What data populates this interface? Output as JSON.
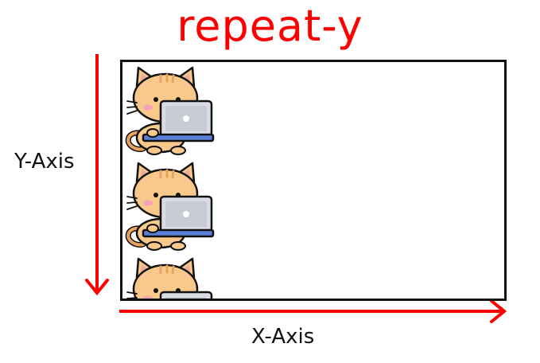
{
  "title": "repeat-y",
  "axes": {
    "y_label": "Y-Axis",
    "x_label": "X-Axis"
  },
  "tiles": {
    "count": 3,
    "icon": "cat-with-laptop-icon"
  },
  "colors": {
    "accent": "#ff0000",
    "border": "#111111",
    "cat": "#f8c98a",
    "cat_outline": "#111111",
    "laptop_screen": "#d9dde3",
    "laptop_base": "#5b7fd6",
    "tail": "#e8a45c"
  }
}
